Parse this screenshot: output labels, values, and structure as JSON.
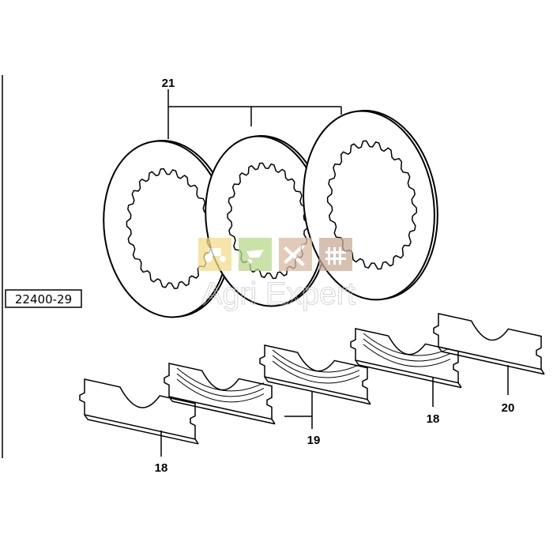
{
  "reference_code": "22400-29",
  "callouts": [
    {
      "id": "disc-set",
      "label": "21"
    },
    {
      "id": "plate-left",
      "label": "18"
    },
    {
      "id": "pad-pair",
      "label": "19"
    },
    {
      "id": "plate-right",
      "label": "18"
    },
    {
      "id": "plate-end",
      "label": "20"
    }
  ],
  "watermark": {
    "text": "Agri Expert",
    "icons": [
      "tractor-icon",
      "wheelbarrow-icon",
      "tools-icon",
      "fence-icon"
    ],
    "colors": [
      "#f3dd8a",
      "#b9d98c",
      "#d8b9a0",
      "#c9ad98"
    ]
  }
}
